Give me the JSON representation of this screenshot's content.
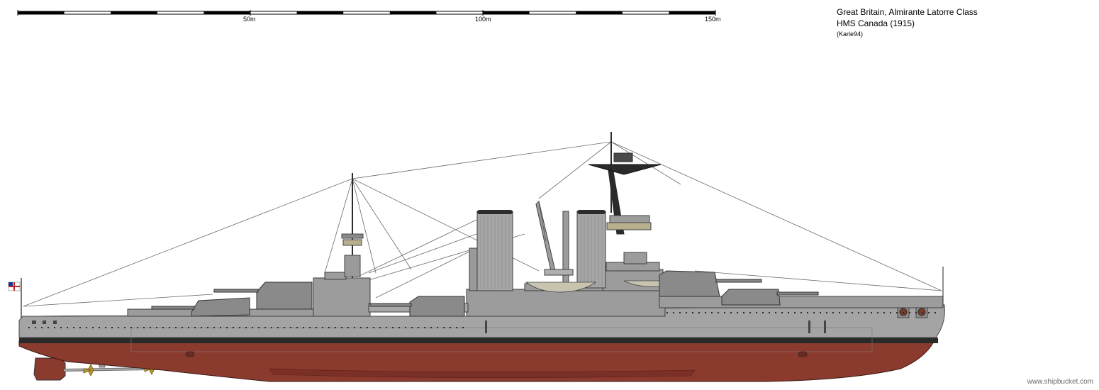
{
  "scale": {
    "labels": [
      "50m",
      "100m",
      "150m"
    ]
  },
  "title": {
    "line1": "Great Britain, Almirante Latorre Class",
    "line2": "HMS Canada (1915)",
    "author": "(Karle94)"
  },
  "watermark": "www.shipbucket.com",
  "colors": {
    "hull_grey": "#a4a4a4",
    "boot_topping": "#2a2a2a",
    "antifouling_red": "#8b3a2e",
    "superstructure_grey": "#9c9c9c",
    "deck_tan": "#b8b08c",
    "rigging": "#555555",
    "propeller_brass": "#b8962e"
  },
  "icons": [
    "ensign-flag-icon",
    "anchor-hawse-icon",
    "propeller-icon"
  ]
}
